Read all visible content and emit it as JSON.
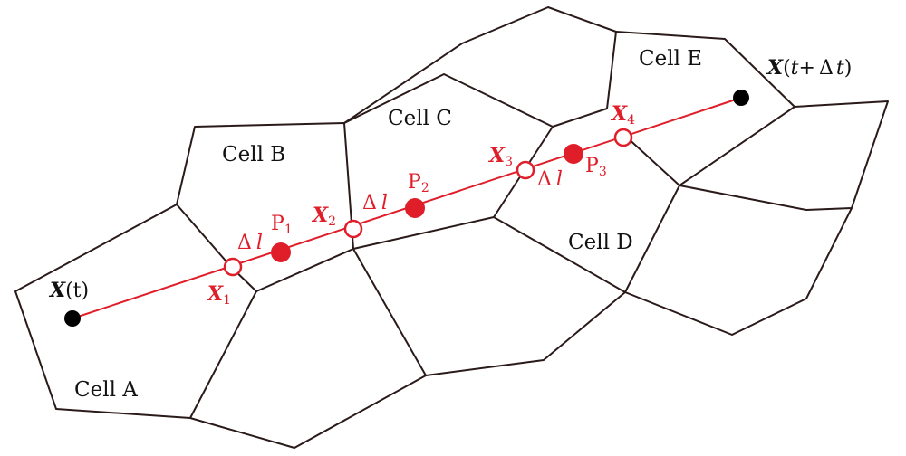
{
  "cells": {
    "a": "Cell A",
    "b": "Cell B",
    "c": "Cell C",
    "d": "Cell D",
    "e": "Cell E"
  },
  "start": {
    "symbol": "X",
    "arg": "(t)"
  },
  "end": {
    "symbol": "X",
    "arg_open": "(",
    "t": "t",
    "plus": "+",
    "delta": "Δ",
    "t2": "t",
    "arg_close": ")"
  },
  "intersections": [
    {
      "symbol": "X",
      "sub": "1"
    },
    {
      "symbol": "X",
      "sub": "2"
    },
    {
      "symbol": "X",
      "sub": "3"
    },
    {
      "symbol": "X",
      "sub": "4"
    }
  ],
  "particles": [
    {
      "symbol": "P",
      "sub": "1"
    },
    {
      "symbol": "P",
      "sub": "2"
    },
    {
      "symbol": "P",
      "sub": "3"
    }
  ],
  "step": {
    "delta": "Δ",
    "l": "l"
  },
  "colors": {
    "path": "#e01e2a",
    "edges": "#2b1a1a",
    "endpoints": "#000000"
  }
}
